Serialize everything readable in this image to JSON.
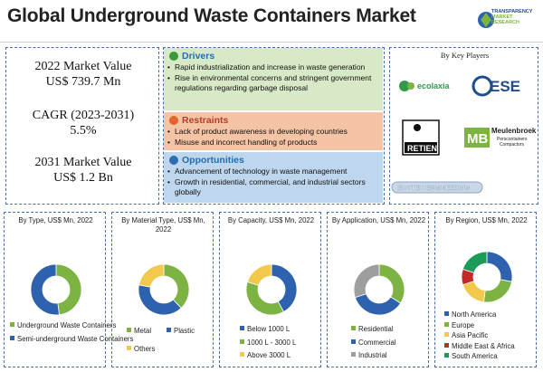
{
  "title": "Global Underground Waste Containers Market",
  "brand": {
    "line1": "TRANSPARENCY",
    "line2": "MARKET RESEARCH"
  },
  "market_value": {
    "v2022_label": "2022 Market Value",
    "v2022_value": "US$ 739.7 Mn",
    "cagr_label": "CAGR (2023-2031)",
    "cagr_value": "5.5%",
    "v2031_label": "2031 Market Value",
    "v2031_value": "US$ 1.2 Bn"
  },
  "drivers": {
    "heading": "Drivers",
    "items": [
      "Rapid industrialization and increase in waste generation",
      "Rise in environmental concerns and stringent government regulations regarding garbage disposal"
    ]
  },
  "restraints": {
    "heading": "Restraints",
    "items": [
      "Lack of product awareness in developing countries",
      "Misuse and incorrect handling of products"
    ]
  },
  "opportunities": {
    "heading": "Opportunities",
    "items": [
      "Advancement of technology in waste management",
      "Growth in residential, commercial, and industrial sectors globally"
    ]
  },
  "key_players": {
    "title": "By Key Players",
    "logos": [
      "ecolaxia",
      "ESE",
      "RETIEN",
      "Meulenbroek",
      "Perscontainers",
      "Compactors",
      "ECOTEC ENGINEERING"
    ]
  },
  "panels": [
    {
      "title": "By Type, US$ Mn, 2022",
      "colors": [
        "#7cb342",
        "#2e62ae"
      ],
      "values": [
        0.48,
        0.52
      ],
      "legend": [
        "Underground Waste Containers",
        "Semi-underground Waste Containers"
      ]
    },
    {
      "title": "By Material Type, US$ Mn, 2022",
      "colors": [
        "#7cb342",
        "#2e62ae",
        "#f2c94c"
      ],
      "values": [
        0.38,
        0.4,
        0.22
      ],
      "legend": [
        "Metal",
        "Plastic",
        "Others"
      ]
    },
    {
      "title": "By Capacity, US$ Mn, 2022",
      "colors": [
        "#2e62ae",
        "#7cb342",
        "#f2c94c"
      ],
      "values": [
        0.42,
        0.38,
        0.2
      ],
      "legend": [
        "Below 1000 L",
        "1000 L - 3000 L",
        "Above 3000 L"
      ]
    },
    {
      "title": "By Application, US$ Mn, 2022",
      "colors": [
        "#7cb342",
        "#2e62ae",
        "#9e9e9e"
      ],
      "values": [
        0.34,
        0.36,
        0.3
      ],
      "legend": [
        "Residential",
        "Commercial",
        "Industrial"
      ]
    },
    {
      "title": "By Region, US$ Mn, 2022",
      "colors": [
        "#2e62ae",
        "#7cb342",
        "#f2c94c",
        "#c62828",
        "#1b9a5a"
      ],
      "values": [
        0.28,
        0.24,
        0.18,
        0.1,
        0.2
      ],
      "legend": [
        "North America",
        "Europe",
        "Asia Pacific",
        "Middle East & Africa",
        "South America"
      ]
    }
  ]
}
